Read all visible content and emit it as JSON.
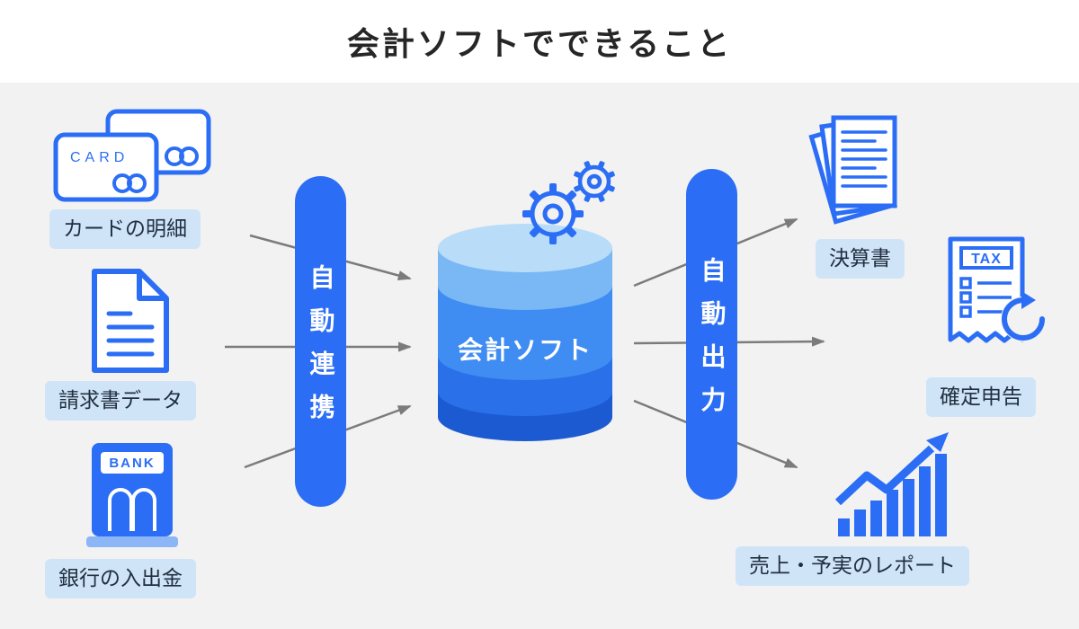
{
  "title": "会計ソフトでできること",
  "colors": {
    "accent": "#2b6ef5",
    "label_bg": "#d0e4f8",
    "label_text": "#21303f",
    "arrow": "#7b7b7b",
    "background": "#f2f2f2",
    "header_bg": "#ffffff",
    "cylinder_bands": [
      "#b9dcf9",
      "#7ab7f5",
      "#3f8cf2",
      "#2a70e8",
      "#1c5ad2"
    ]
  },
  "flow": {
    "left_pill_label": "自動連携",
    "right_pill_label": "自動出力",
    "center_label": "会計ソフト"
  },
  "inputs": [
    {
      "label": "カードの明細",
      "icon": "credit-card-icon"
    },
    {
      "label": "請求書データ",
      "icon": "invoice-document-icon"
    },
    {
      "label": "銀行の入出金",
      "icon": "bank-building-icon"
    }
  ],
  "outputs": [
    {
      "label": "決算書",
      "icon": "financial-statements-icon"
    },
    {
      "label": "確定申告",
      "icon": "tax-return-icon"
    },
    {
      "label": "売上・予実のレポート",
      "icon": "sales-report-chart-icon"
    }
  ],
  "icon_texts": {
    "card": "CARD",
    "bank": "BANK",
    "tax": "TAX"
  }
}
